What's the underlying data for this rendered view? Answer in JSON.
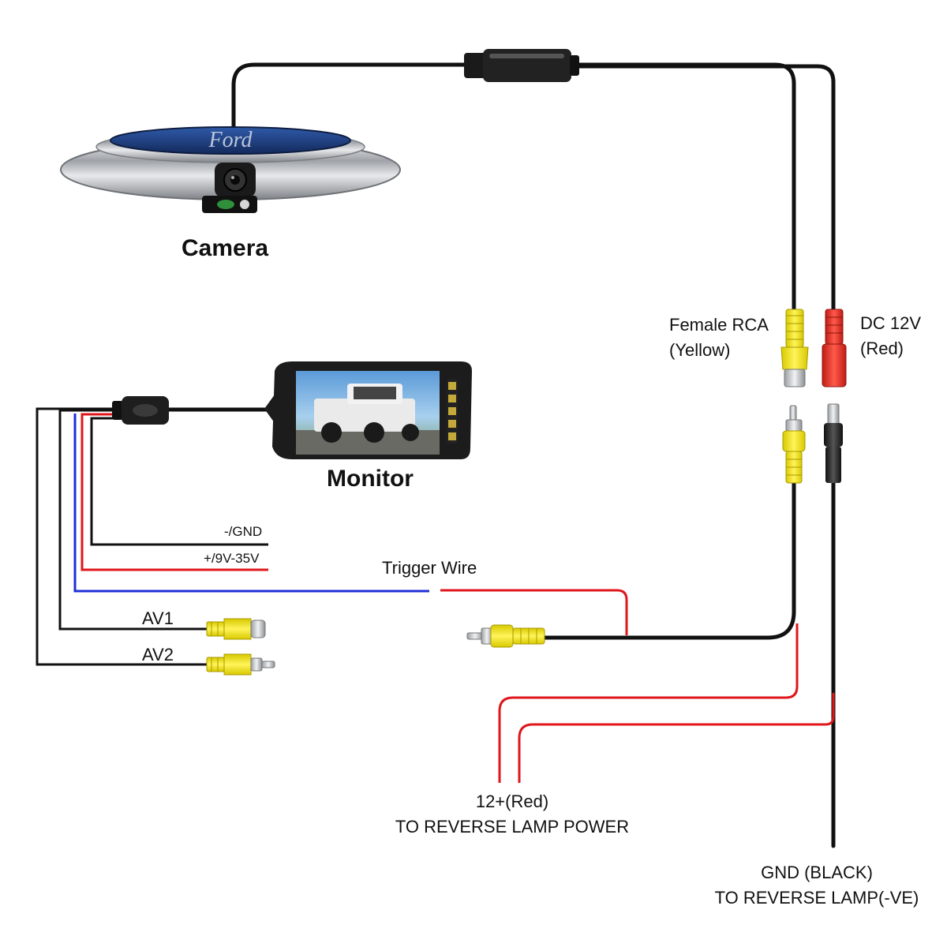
{
  "labels": {
    "camera": "Camera",
    "monitor": "Monitor",
    "female_rca_line1": "Female RCA",
    "female_rca_line2": "(Yellow)",
    "dc12v_line1": "DC 12V",
    "dc12v_line2": "(Red)",
    "gnd_wire": "-/GND",
    "power_wire": "+/9V-35V",
    "trigger_wire": "Trigger Wire",
    "av1": "AV1",
    "av2": "AV2",
    "reverse_power_line1": "12+(Red)",
    "reverse_power_line2": "TO REVERSE LAMP POWER",
    "reverse_gnd_line1": "GND (BLACK)",
    "reverse_gnd_line2": "TO REVERSE LAMP(-VE)"
  },
  "colors": {
    "black_wire": "#111111",
    "red_wire": "#e0161b",
    "blue_wire": "#1f2fd6",
    "rca_yellow": "#f5e600",
    "rca_red": "#e8322a",
    "chrome": "#c9ccd0",
    "emblem_blue": "#1f3f8a"
  },
  "icons": {
    "camera": "chrome-oval-backup-camera",
    "monitor": "mirror-monitor",
    "connector": "multi-pin-connector",
    "rca": "rca-plug"
  }
}
